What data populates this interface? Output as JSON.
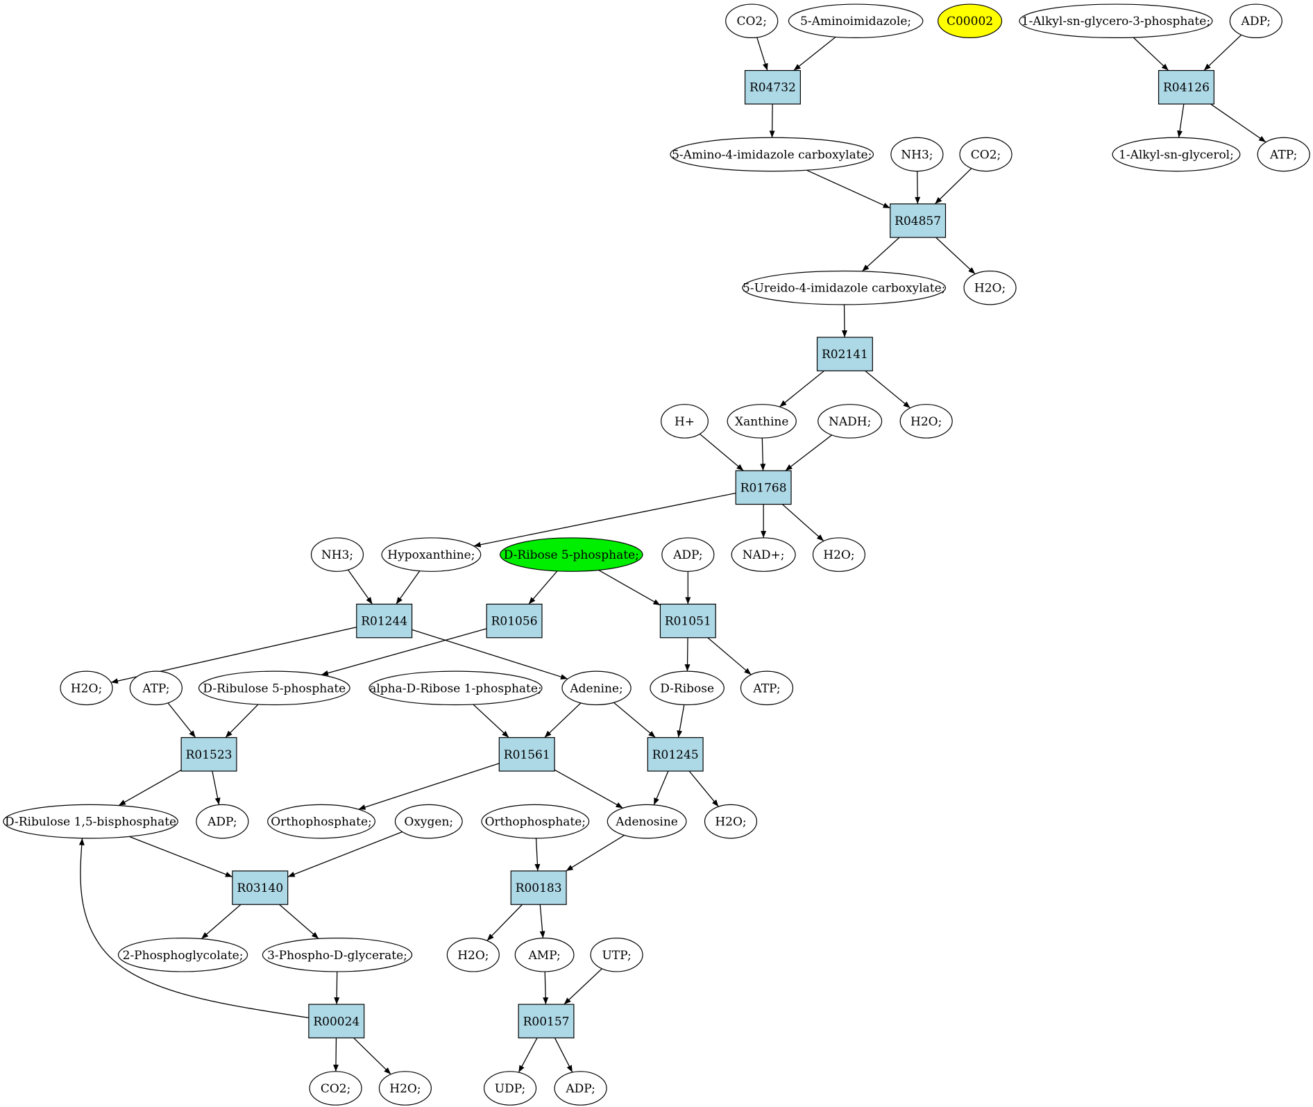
{
  "colors": {
    "reaction_fill": "#add8e6",
    "compound_fill": "#ffffff",
    "highlight_green": "#00ee00",
    "highlight_yellow": "#ffff00",
    "edge": "#000000"
  },
  "reactions": [
    {
      "id": "r04732",
      "label": "R04732"
    },
    {
      "id": "r04126",
      "label": "R04126"
    },
    {
      "id": "r04857",
      "label": "R04857"
    },
    {
      "id": "r02141",
      "label": "R02141"
    },
    {
      "id": "r01768",
      "label": "R01768"
    },
    {
      "id": "r01244",
      "label": "R01244"
    },
    {
      "id": "r01056",
      "label": "R01056"
    },
    {
      "id": "r01051",
      "label": "R01051"
    },
    {
      "id": "r01523",
      "label": "R01523"
    },
    {
      "id": "r01561",
      "label": "R01561"
    },
    {
      "id": "r01245",
      "label": "R01245"
    },
    {
      "id": "r03140",
      "label": "R03140"
    },
    {
      "id": "r00183",
      "label": "R00183"
    },
    {
      "id": "r00024",
      "label": "R00024"
    },
    {
      "id": "r00157",
      "label": "R00157"
    }
  ],
  "compounds": [
    {
      "id": "co2_a",
      "label": "CO2;",
      "fill": "#ffffff"
    },
    {
      "id": "aminoimidazole",
      "label": "5-Aminoimidazole;",
      "fill": "#ffffff"
    },
    {
      "id": "c00002",
      "label": "C00002",
      "fill": "#ffff00"
    },
    {
      "id": "alkylglycerophos",
      "label": "1-Alkyl-sn-glycero-3-phosphate;",
      "fill": "#ffffff"
    },
    {
      "id": "adp_a",
      "label": "ADP;",
      "fill": "#ffffff"
    },
    {
      "id": "aic",
      "label": "5-Amino-4-imidazole carboxylate;",
      "fill": "#ffffff"
    },
    {
      "id": "nh3_a",
      "label": "NH3;",
      "fill": "#ffffff"
    },
    {
      "id": "co2_b",
      "label": "CO2;",
      "fill": "#ffffff"
    },
    {
      "id": "alkylglycerol",
      "label": "1-Alkyl-sn-glycerol;",
      "fill": "#ffffff"
    },
    {
      "id": "atp_a",
      "label": "ATP;",
      "fill": "#ffffff"
    },
    {
      "id": "uic",
      "label": "5-Ureido-4-imidazole carboxylate;",
      "fill": "#ffffff"
    },
    {
      "id": "h2o_a",
      "label": "H2O;",
      "fill": "#ffffff"
    },
    {
      "id": "hplus",
      "label": "H+",
      "fill": "#ffffff"
    },
    {
      "id": "xanthine",
      "label": "Xanthine",
      "fill": "#ffffff"
    },
    {
      "id": "nadh",
      "label": "NADH;",
      "fill": "#ffffff"
    },
    {
      "id": "h2o_b",
      "label": "H2O;",
      "fill": "#ffffff"
    },
    {
      "id": "nh3_b",
      "label": "NH3;",
      "fill": "#ffffff"
    },
    {
      "id": "hypoxanthine",
      "label": "Hypoxanthine;",
      "fill": "#ffffff"
    },
    {
      "id": "ribose5p",
      "label": "D-Ribose 5-phosphate;",
      "fill": "#00ee00"
    },
    {
      "id": "adp_b",
      "label": "ADP;",
      "fill": "#ffffff"
    },
    {
      "id": "nadplus",
      "label": "NAD+;",
      "fill": "#ffffff"
    },
    {
      "id": "h2o_c",
      "label": "H2O;",
      "fill": "#ffffff"
    },
    {
      "id": "h2o_d",
      "label": "H2O;",
      "fill": "#ffffff"
    },
    {
      "id": "atp_b",
      "label": "ATP;",
      "fill": "#ffffff"
    },
    {
      "id": "ribulose5p",
      "label": "D-Ribulose 5-phosphate",
      "fill": "#ffffff"
    },
    {
      "id": "ribose1p",
      "label": "alpha-D-Ribose 1-phosphate;",
      "fill": "#ffffff"
    },
    {
      "id": "adenine",
      "label": "Adenine;",
      "fill": "#ffffff"
    },
    {
      "id": "dribose",
      "label": "D-Ribose",
      "fill": "#ffffff"
    },
    {
      "id": "atp_c",
      "label": "ATP;",
      "fill": "#ffffff"
    },
    {
      "id": "rubp",
      "label": "D-Ribulose 1,5-bisphosphate",
      "fill": "#ffffff"
    },
    {
      "id": "adp_c",
      "label": "ADP;",
      "fill": "#ffffff"
    },
    {
      "id": "orthophos_a",
      "label": "Orthophosphate;",
      "fill": "#ffffff"
    },
    {
      "id": "oxygen",
      "label": "Oxygen;",
      "fill": "#ffffff"
    },
    {
      "id": "orthophos_b",
      "label": "Orthophosphate;",
      "fill": "#ffffff"
    },
    {
      "id": "adenosine",
      "label": "Adenosine",
      "fill": "#ffffff"
    },
    {
      "id": "h2o_e",
      "label": "H2O;",
      "fill": "#ffffff"
    },
    {
      "id": "phosphoglycolate",
      "label": "2-Phosphoglycolate;",
      "fill": "#ffffff"
    },
    {
      "id": "phosphoglycerate",
      "label": "3-Phospho-D-glycerate;",
      "fill": "#ffffff"
    },
    {
      "id": "h2o_f",
      "label": "H2O;",
      "fill": "#ffffff"
    },
    {
      "id": "amp",
      "label": "AMP;",
      "fill": "#ffffff"
    },
    {
      "id": "utp",
      "label": "UTP;",
      "fill": "#ffffff"
    },
    {
      "id": "co2_c",
      "label": "CO2;",
      "fill": "#ffffff"
    },
    {
      "id": "h2o_g",
      "label": "H2O;",
      "fill": "#ffffff"
    },
    {
      "id": "udp",
      "label": "UDP;",
      "fill": "#ffffff"
    },
    {
      "id": "adp_d",
      "label": "ADP;",
      "fill": "#ffffff"
    }
  ],
  "edges": [
    [
      "co2_a",
      "r04732"
    ],
    [
      "aminoimidazole",
      "r04732"
    ],
    [
      "r04732",
      "aic"
    ],
    [
      "alkylglycerophos",
      "r04126"
    ],
    [
      "adp_a",
      "r04126"
    ],
    [
      "r04126",
      "alkylglycerol"
    ],
    [
      "r04126",
      "atp_a"
    ],
    [
      "aic",
      "r04857"
    ],
    [
      "nh3_a",
      "r04857"
    ],
    [
      "co2_b",
      "r04857"
    ],
    [
      "r04857",
      "uic"
    ],
    [
      "r04857",
      "h2o_a"
    ],
    [
      "uic",
      "r02141"
    ],
    [
      "r02141",
      "xanthine"
    ],
    [
      "r02141",
      "h2o_b"
    ],
    [
      "hplus",
      "r01768"
    ],
    [
      "xanthine",
      "r01768"
    ],
    [
      "nadh",
      "r01768"
    ],
    [
      "r01768",
      "hypoxanthine"
    ],
    [
      "r01768",
      "nadplus"
    ],
    [
      "r01768",
      "h2o_c"
    ],
    [
      "nh3_b",
      "r01244"
    ],
    [
      "hypoxanthine",
      "r01244"
    ],
    [
      "r01244",
      "h2o_d"
    ],
    [
      "r01244",
      "adenine"
    ],
    [
      "ribose5p",
      "r01056"
    ],
    [
      "r01056",
      "ribulose5p"
    ],
    [
      "ribose5p",
      "r01051"
    ],
    [
      "adp_b",
      "r01051"
    ],
    [
      "r01051",
      "dribose"
    ],
    [
      "r01051",
      "atp_c"
    ],
    [
      "atp_b",
      "r01523"
    ],
    [
      "ribulose5p",
      "r01523"
    ],
    [
      "r01523",
      "rubp"
    ],
    [
      "r01523",
      "adp_c"
    ],
    [
      "ribose1p",
      "r01561"
    ],
    [
      "adenine",
      "r01561"
    ],
    [
      "r01561",
      "orthophos_a"
    ],
    [
      "r01561",
      "adenosine"
    ],
    [
      "adenine",
      "r01245"
    ],
    [
      "dribose",
      "r01245"
    ],
    [
      "r01245",
      "adenosine"
    ],
    [
      "r01245",
      "h2o_e"
    ],
    [
      "rubp",
      "r03140"
    ],
    [
      "oxygen",
      "r03140"
    ],
    [
      "r03140",
      "phosphoglycolate"
    ],
    [
      "r03140",
      "phosphoglycerate"
    ],
    [
      "orthophos_b",
      "r00183"
    ],
    [
      "adenosine",
      "r00183"
    ],
    [
      "r00183",
      "h2o_f"
    ],
    [
      "r00183",
      "amp"
    ],
    [
      "phosphoglycerate",
      "r00024"
    ],
    [
      "r00024",
      "rubp"
    ],
    [
      "r00024",
      "co2_c"
    ],
    [
      "r00024",
      "h2o_g"
    ],
    [
      "amp",
      "r00157"
    ],
    [
      "utp",
      "r00157"
    ],
    [
      "r00157",
      "udp"
    ],
    [
      "r00157",
      "adp_d"
    ]
  ]
}
